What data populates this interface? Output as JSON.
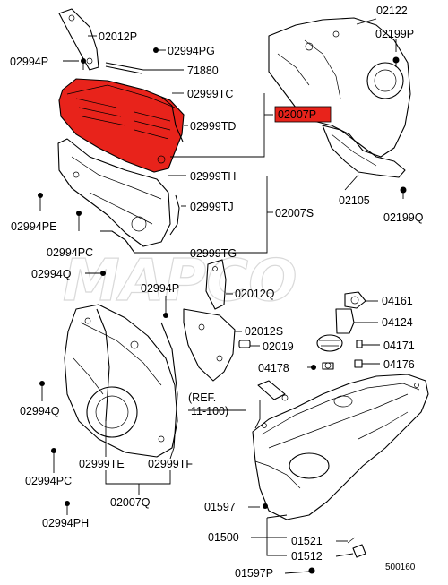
{
  "labels": {
    "l02122": "02122",
    "l02012P": "02012P",
    "l02994PG": "02994PG",
    "l02994P_top": "02994P",
    "l02199P": "02199P",
    "l71880": "71880",
    "l02999TC": "02999TC",
    "l02007P": "02007P",
    "l02999TD": "02999TD",
    "l02999TH": "02999TH",
    "l02105": "02105",
    "l02999TJ": "02999TJ",
    "l02007S": "02007S",
    "l02199Q": "02199Q",
    "l02994PE": "02994PE",
    "l02994PC_mid": "02994PC",
    "l02999TG": "02999TG",
    "l02994Q_mid": "02994Q",
    "l02994P_mid": "02994P",
    "l02012Q": "02012Q",
    "l04161": "04161",
    "l02012S": "02012S",
    "l04124": "04124",
    "l02019": "02019",
    "l04171": "04171",
    "l04178": "04178",
    "l04176": "04176",
    "lref1": "(REF.",
    "lref2": "11-100)",
    "l02994Q_low": "02994Q",
    "l02999TE": "02999TE",
    "l02999TF": "02999TF",
    "l02994PC_low": "02994PC",
    "l02007Q": "02007Q",
    "l02994PH": "02994PH",
    "l01597_top": "01597",
    "l01500": "01500",
    "l01521": "01521",
    "l01512": "01512",
    "l01597P": "01597P",
    "ldiagram": "500160"
  },
  "colors": {
    "highlight_fill": "#e8231b",
    "highlight_box": "#e8231b",
    "line": "#000000"
  },
  "watermark": "MAPCO"
}
